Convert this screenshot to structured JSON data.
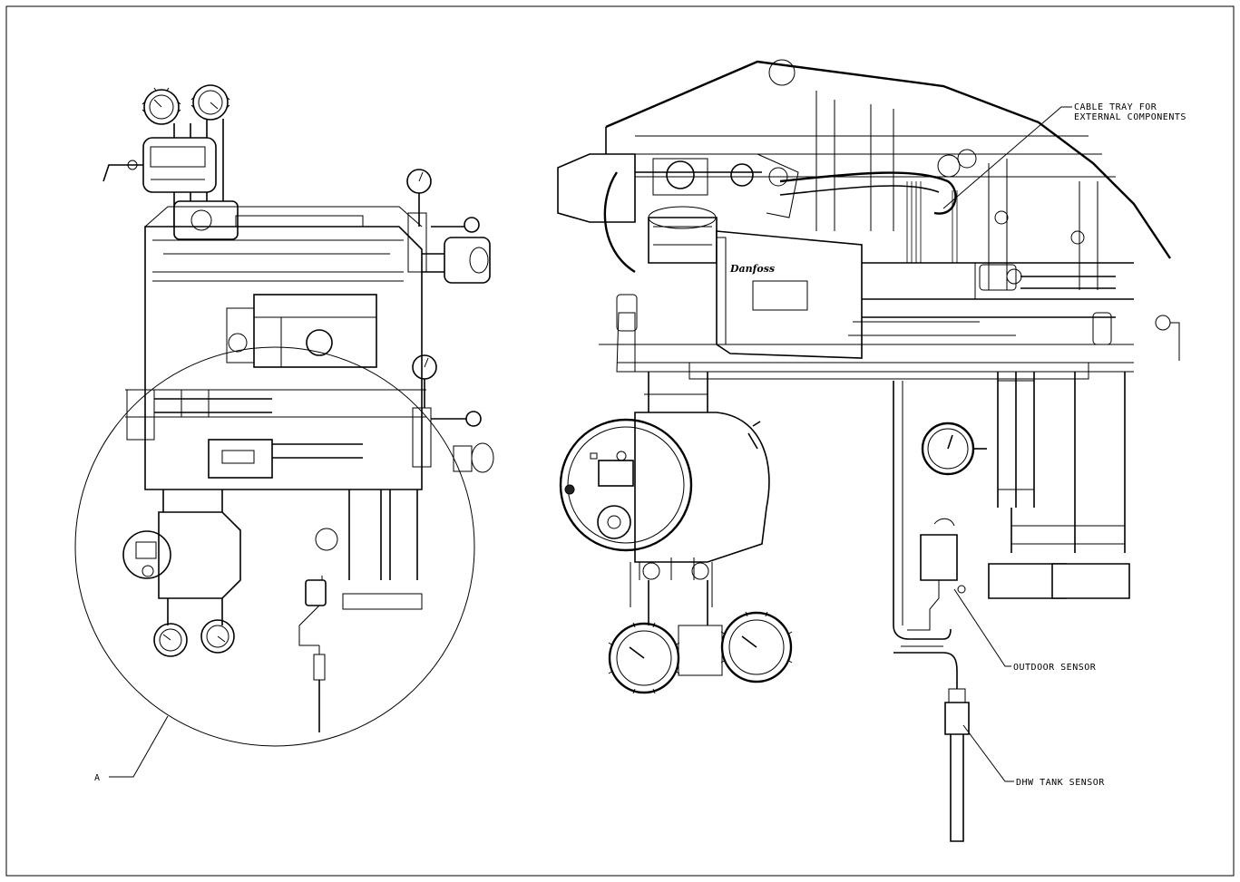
{
  "drawing": {
    "detail_ref": "A",
    "callouts": {
      "cable_tray_line1": "CABLE TRAY FOR",
      "cable_tray_line2": "EXTERNAL COMPONENTS",
      "outdoor_sensor": "OUTDOOR SENSOR",
      "dhw_tank_sensor": "DHW TANK SENSOR"
    },
    "brand_mark": "Danfoss"
  }
}
